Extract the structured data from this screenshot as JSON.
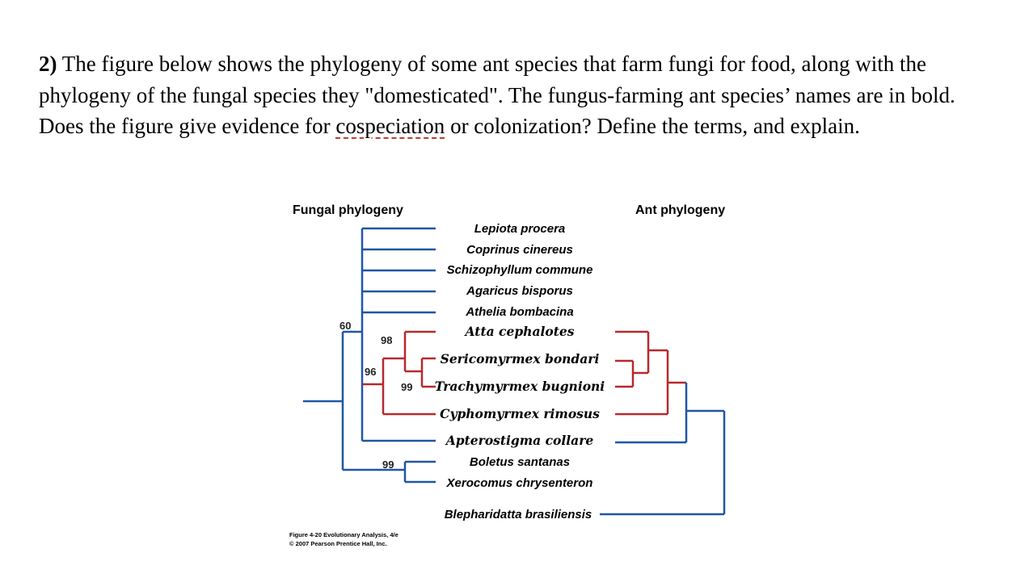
{
  "question": {
    "number": "2)",
    "text_part1": " The figure below shows the phylogeny of some ant species that farm fungi for food, along with the phylogeny of the fungal species they \"domesticated\". The fungus-farming ant species’ names are in bold.  Does the figure give evidence for ",
    "underlined_word": "cospeciation",
    "text_part2": " or colonization?  Define the terms, and explain."
  },
  "figure": {
    "left_title": "Fungal phylogeny",
    "right_title": "Ant phylogeny",
    "species": [
      {
        "name": "Lepiota procera",
        "bold": false
      },
      {
        "name": "Coprinus cinereus",
        "bold": false
      },
      {
        "name": "Schizophyllum commune",
        "bold": false
      },
      {
        "name": "Agaricus bisporus",
        "bold": false
      },
      {
        "name": "Athelia bombacina",
        "bold": false
      },
      {
        "name": "Atta cephalotes",
        "bold": true
      },
      {
        "name": "Sericomyrmex bondari",
        "bold": true
      },
      {
        "name": "Trachymyrmex bugnioni",
        "bold": true
      },
      {
        "name": "Cyphomyrmex rimosus",
        "bold": true
      },
      {
        "name": "Apterostigma collare",
        "bold": true
      },
      {
        "name": "Boletus santanas",
        "bold": false
      },
      {
        "name": "Xerocomus chrysenteron",
        "bold": false
      },
      {
        "name": "Blepharidatta brasiliensis",
        "bold": true
      }
    ],
    "support_values": [
      "60",
      "98",
      "96",
      "99",
      "99"
    ],
    "credit_line1": "Figure 4-20 Evolutionary Analysis, 4/e",
    "credit_line2": "© 2007 Pearson Prentice Hall, Inc.",
    "colors": {
      "blue": "#1f56a6",
      "red": "#b52a2e"
    }
  }
}
